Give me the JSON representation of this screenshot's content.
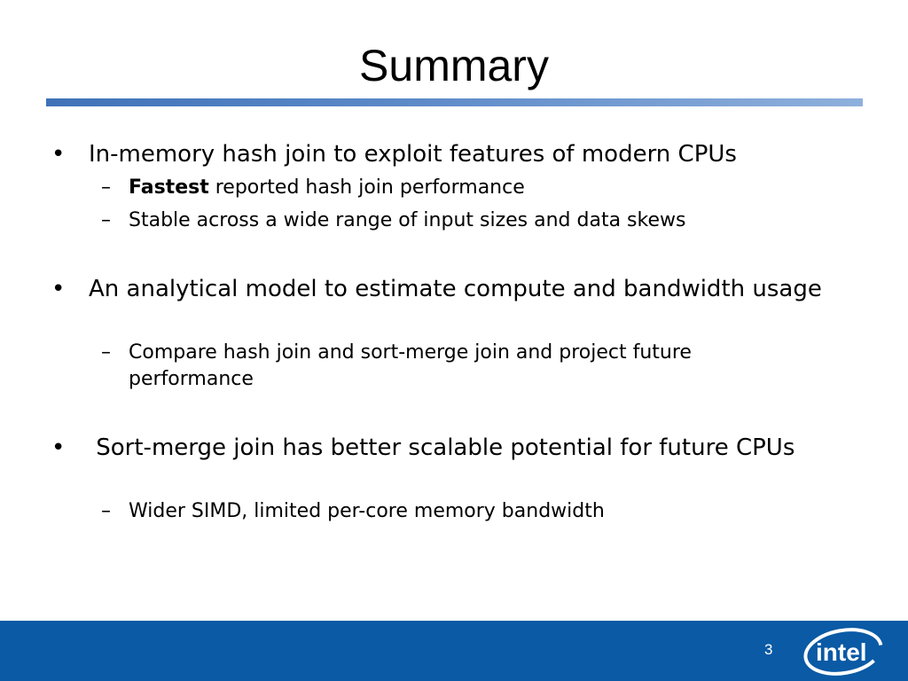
{
  "slide": {
    "title": "Summary",
    "bullets": [
      {
        "text": "In-memory hash join to exploit features of modern CPUs",
        "subs": [
          {
            "bold": "Fastest",
            "text": " reported hash join performance"
          },
          {
            "bold": "",
            "text": "Stable across a wide range of input sizes and data skews"
          }
        ]
      },
      {
        "text": "An analytical model to estimate compute and bandwidth usage",
        "subs": [
          {
            "bold": "",
            "text": "Compare hash join and sort-merge join and project future performance"
          }
        ]
      },
      {
        "text": " Sort-merge join has better scalable potential for future CPUs",
        "subs": [
          {
            "bold": "",
            "text": "Wider SIMD, limited per-core memory bandwidth"
          }
        ]
      }
    ],
    "bullet_glyph": "•",
    "dash_glyph": "–"
  },
  "footer": {
    "page_number": "3",
    "logo_text": "intel",
    "logo_icon": "intel-logo-icon",
    "background_color": "#0a5aa5"
  },
  "colors": {
    "rule_start": "#3f72b8",
    "rule_end": "#8eb0dc"
  }
}
